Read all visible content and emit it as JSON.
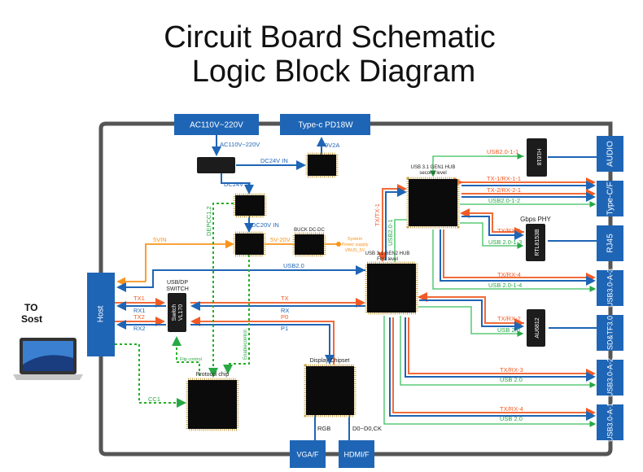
{
  "title": {
    "line1": "Circuit Board Schematic",
    "line2": "Logic Block Diagram"
  },
  "colors": {
    "connector": "#1f65b5",
    "signal_blue": "#1f65b5",
    "signal_red": "#f15a24",
    "usb2_green": "#27a844",
    "power_orange": "#f7941d",
    "control_dotted": "#22b022",
    "chip": "#0b0b0b",
    "frame": "#555555"
  },
  "side_label": {
    "line1": "TO",
    "line2": "Sost"
  },
  "connectors": {
    "ac": "AC110V~220V",
    "typec_pd": "Type-c PD18W",
    "host": "Host",
    "audio": "AUDIO",
    "typec_f": "Type-C/F",
    "rj45": "RJ45",
    "usb_a3": "USB3.0-A-3",
    "sdtf": "SD&TF3.0",
    "usb_a2": "USB3.0-A-2",
    "usb_a1": "USB3.0-A-1",
    "vga": "VGA/F",
    "hdmi": "HDMI/F"
  },
  "chips": {
    "hub2_line1": "USB 3.1 GEN1 HUB",
    "hub2_line2": "second level",
    "hub1_line1": "USB 3.1 GEN2 HUB",
    "hub1_line2": "First level",
    "phy_title": "Gbps PHY",
    "phy_name": "RTL8153B",
    "audio_chip": "H1618",
    "card_chip": "AU6812",
    "buck": "BUCK DC-DC",
    "switch_title1": "USB/DP",
    "switch_title2": "SWITCH",
    "switch_name1": "Switch",
    "switch_name2": "VL170",
    "protocol": "Protocol chip",
    "display": "Display Chipset"
  },
  "signals": {
    "ac_in": "AC110V~220V",
    "dc24_a": "DC24V IN",
    "v9": "9V2A",
    "dc24_b": "DC24V IN",
    "dc20": "DC20V IN",
    "vin5": "5VIN",
    "v5_20": "5V-20V",
    "sys1": "System",
    "sys2": "Power supply",
    "sys3": "VBUS_5V",
    "usb20": "USB2.0",
    "tx1": "TX1",
    "rx1": "RX1",
    "tx2": "TX2",
    "rx2": "RX2",
    "tx": "TX",
    "rx": "RX",
    "p0": "P0",
    "p1": "P1",
    "depcc": "DEPCC1.2",
    "enable": "Enablecontrol",
    "flip": "Flip control",
    "cc1": "CC1",
    "rgb": "RGB",
    "d0": "D0~D0,CK",
    "txtx1": "TX/TX-1",
    "usb20_1": "USB2.0-1",
    "usb20_1_1": "USB2.0-1-1",
    "txrx11": "TX-1/RX-1-1",
    "txrx21": "TX-2/RX-2-1",
    "usb20_1_2": "USB2.0-1-2",
    "txrx5": "TX/RX-5",
    "usb20_1_3": "USB 2.0-1-3",
    "txrx4a": "TX/RX-4",
    "usb20_1_4": "USB 2.0-1-4",
    "txrx2": "TX/RX-2",
    "usb20_a": "USB 2.0",
    "txrx3": "TX/RX-3",
    "usb20_b": "USB 2.0",
    "txrx4b": "TX/RX-4",
    "usb20_c": "USB 2.0"
  }
}
